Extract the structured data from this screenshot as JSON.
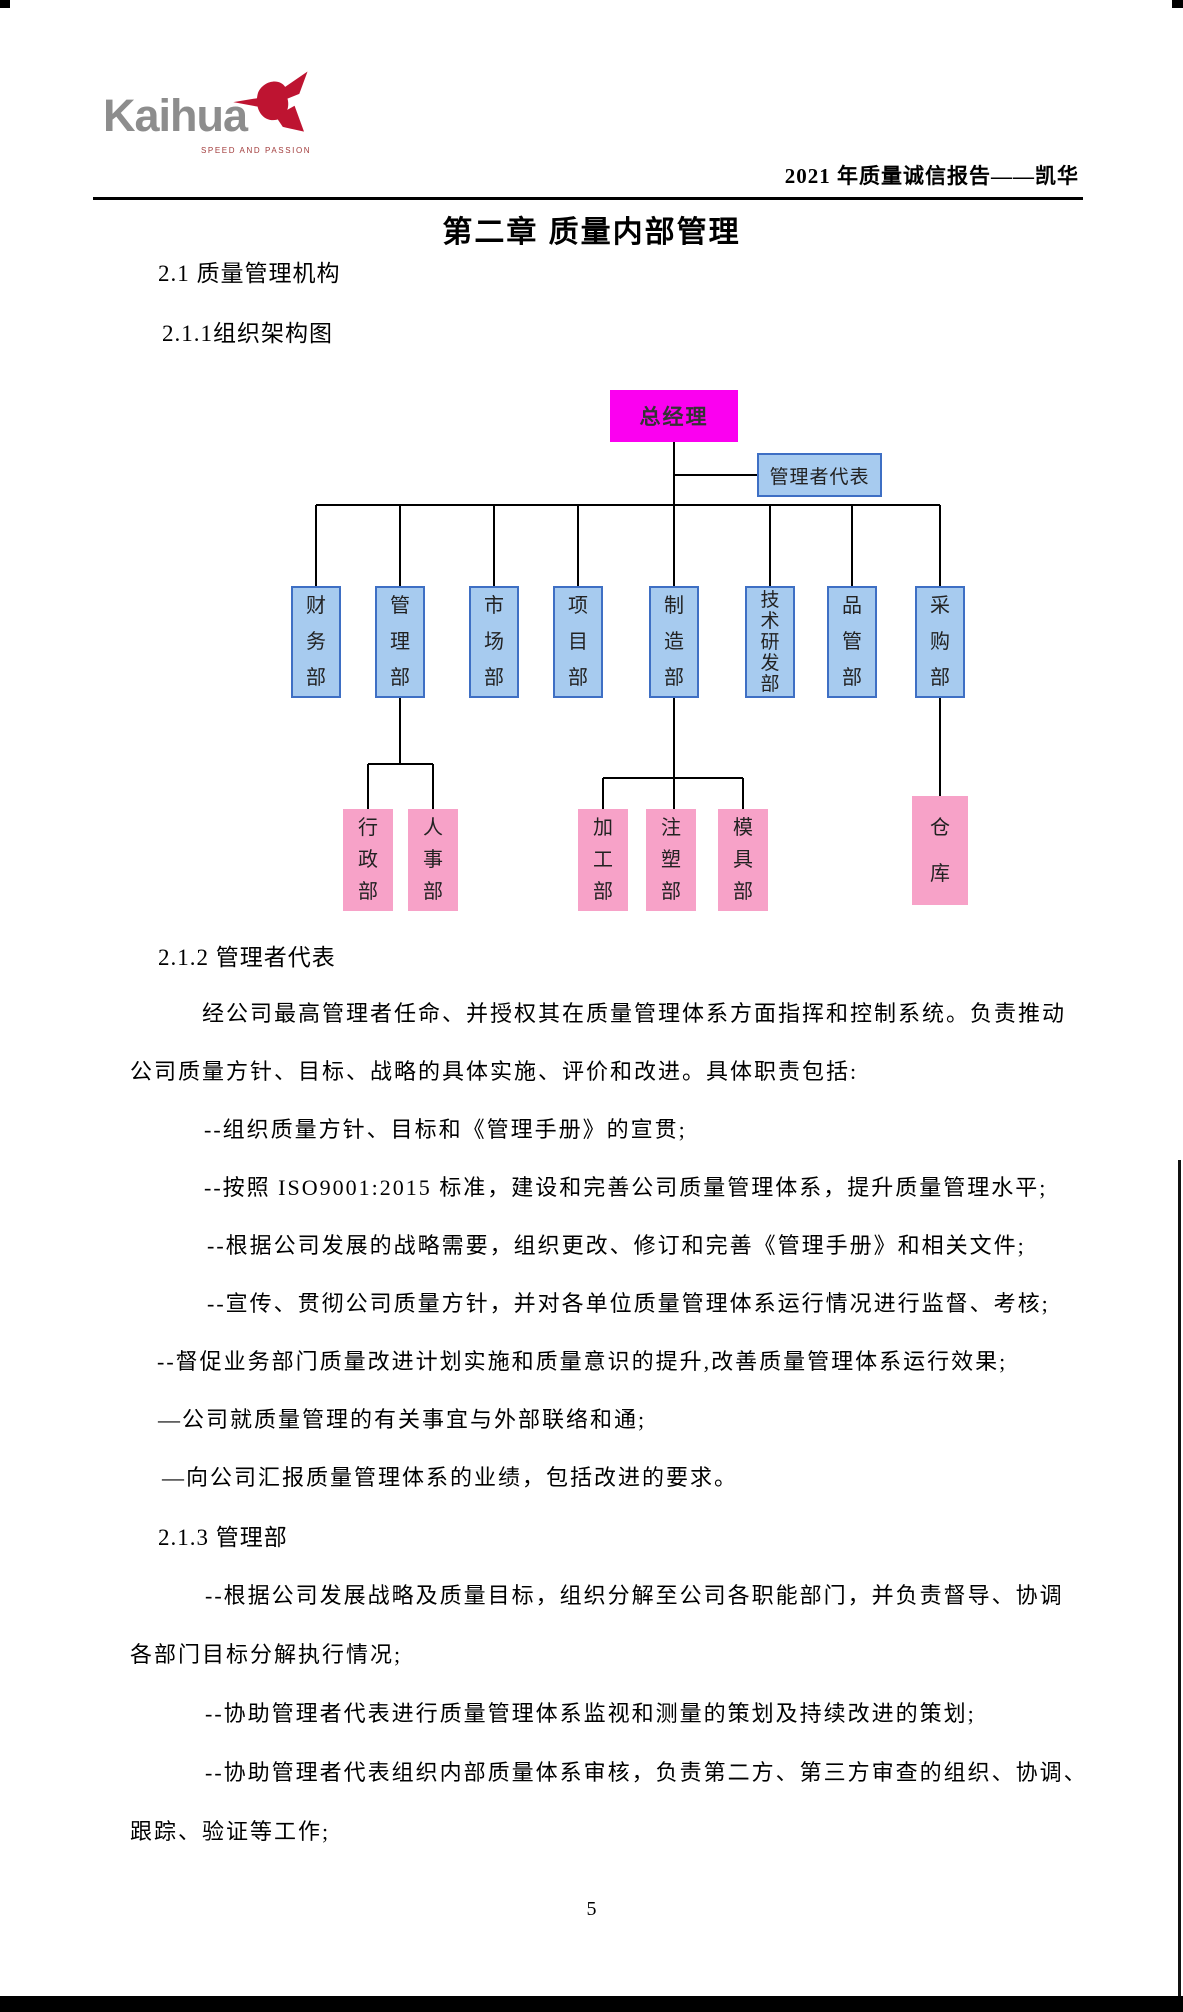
{
  "header": {
    "brand": "Kaihua",
    "brand_tagline": "SPEED AND PASSION",
    "report_title": "2021 年质量诚信报告——凯华"
  },
  "chapter": {
    "title": "第二章 质量内部管理"
  },
  "headings": {
    "s21": "2.1 质量管理机构",
    "s211": "2.1.1组织架构图",
    "s212": "2.1.2 管理者代表",
    "s213": "2.1.3 管理部"
  },
  "org_chart": {
    "root": "总经理",
    "representative": "管理者代表",
    "departments": [
      "财务部",
      "管理部",
      "市场部",
      "项目部",
      "制造部",
      "技术研发部",
      "品管部",
      "采购部"
    ],
    "sub_departments": {
      "管理部": [
        "行政部",
        "人事部"
      ],
      "制造部": [
        "加工部",
        "注塑部",
        "模具部"
      ],
      "采购部": [
        "仓库"
      ]
    },
    "colors": {
      "root_fill": "#fb00f0",
      "dept_fill": "#a7cbef",
      "dept_border": "#3e6fc4",
      "sub_fill": "#f7a2c8",
      "connector": "#000000"
    }
  },
  "body_212": {
    "p1_line1": "经公司最高管理者任命、并授权其在质量管理体系方面指挥和控制系统。负责推动",
    "p1_line2": "公司质量方针、目标、战略的具体实施、评价和改进。具体职责包括:",
    "items": [
      "--组织质量方针、目标和《管理手册》的宣贯;",
      "--按照 ISO9001:2015 标准，建设和完善公司质量管理体系，提升质量管理水平;",
      "--根据公司发展的战略需要，组织更改、修订和完善《管理手册》和相关文件;",
      "--宣传、贯彻公司质量方针，并对各单位质量管理体系运行情况进行监督、考核;",
      "--督促业务部门质量改进计划实施和质量意识的提升,改善质量管理体系运行效果;",
      "—公司就质量管理的有关事宜与外部联络和通;",
      "—向公司汇报质量管理体系的业绩，包括改进的要求。"
    ]
  },
  "body_213": {
    "item1_line1": "--根据公司发展战略及质量目标，组织分解至公司各职能部门，并负责督导、协调",
    "item1_line2": "各部门目标分解执行情况;",
    "item2": "--协助管理者代表进行质量管理体系监视和测量的策划及持续改进的策划;",
    "item3_line1": "--协助管理者代表组织内部质量体系审核，负责第二方、第三方审查的组织、协调、",
    "item3_line2": "跟踪、验证等工作;"
  },
  "page_number": "5"
}
